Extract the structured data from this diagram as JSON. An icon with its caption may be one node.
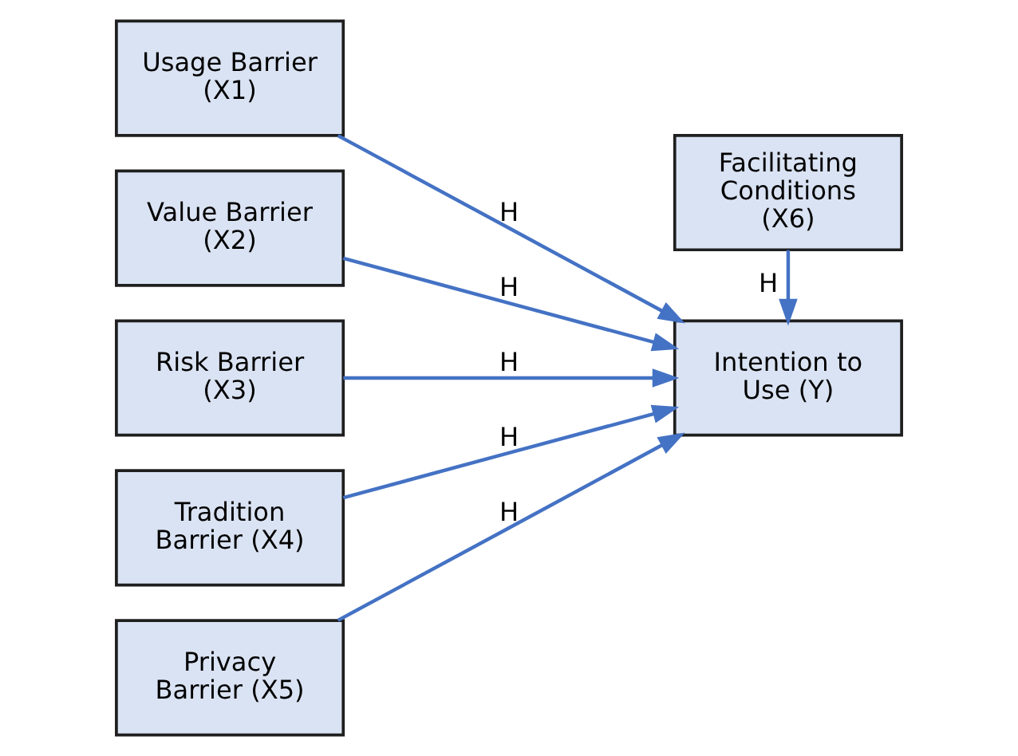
{
  "diagram": {
    "nodes": [
      {
        "text": [
          "Usage Barrier (X1)"
        ]
      },
      {
        "text": [
          "Value Barrier (X2)"
        ]
      },
      {
        "text": [
          "Risk Barrier (X3)"
        ]
      },
      {
        "text": [
          "Tradition Barrier (X4)"
        ]
      },
      {
        "text": [
          "Privacy Barrier (X5)"
        ]
      },
      {
        "text": [
          "Intention to Use (Y)"
        ]
      },
      {
        "text": [
          "Facilitating Conditions (X6)"
        ]
      }
    ],
    "edges": [
      {
        "from": 0,
        "to": 5,
        "arrow": "to",
        "label": "H"
      },
      {
        "from": 1,
        "to": 5,
        "arrow": "to",
        "label": "H"
      },
      {
        "from": 2,
        "to": 5,
        "arrow": "to",
        "label": "H"
      },
      {
        "from": 3,
        "to": 5,
        "arrow": "to",
        "label": "H"
      },
      {
        "from": 4,
        "to": 5,
        "arrow": "to",
        "label": "H"
      },
      {
        "from": 6,
        "to": 5,
        "arrow": "to",
        "label": "H"
      }
    ]
  }
}
